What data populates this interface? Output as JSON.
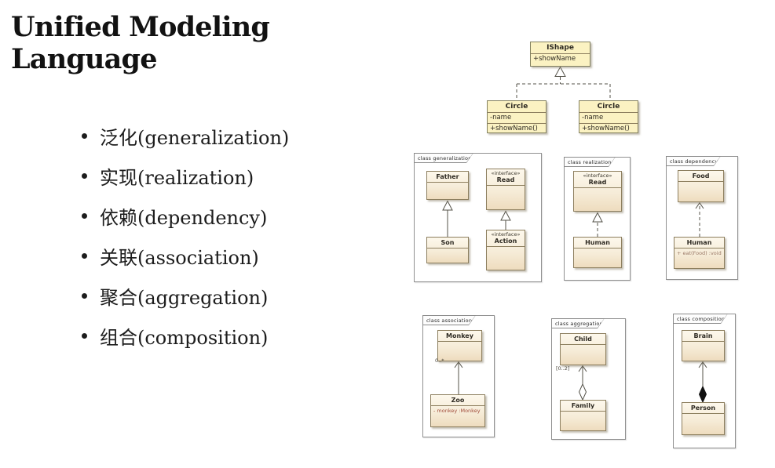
{
  "title": "Unified Modeling Language",
  "bullets": [
    "泛化(generalization)",
    "实现(realization)",
    "依赖(dependency)",
    "关联(association)",
    "聚合(aggregation)",
    "组合(composition)"
  ],
  "top_diagram": {
    "parent": {
      "name": "IShape",
      "members": [
        "+showName"
      ]
    },
    "child_left": {
      "name": "Circle",
      "members": [
        "-name",
        "+showName()"
      ]
    },
    "child_right": {
      "name": "Circle",
      "members": [
        "-name",
        "+showName()"
      ]
    }
  },
  "panels": {
    "generalization": {
      "tab": "class generalization",
      "father": "Father",
      "son": "Son",
      "stereotype": "«interface»",
      "read": "Read",
      "action": "Action"
    },
    "realization": {
      "tab": "class realization",
      "stereotype": "«interface»",
      "read": "Read",
      "human": "Human"
    },
    "dependency": {
      "tab": "class dependency",
      "food": "Food",
      "human": "Human",
      "method": "+  eat(Food) :void"
    },
    "association": {
      "tab": "class association",
      "monkey": "Monkey",
      "zoo": "Zoo",
      "attribute": "-  monkey :Monkey",
      "multiplicity": "0..*"
    },
    "aggregation": {
      "tab": "class aggregation",
      "child": "Child",
      "family": "Family",
      "multiplicity": "[0..2]"
    },
    "composition": {
      "tab": "class composition",
      "brain": "Brain",
      "person": "Person"
    }
  },
  "colors": {
    "top_box_fill": "#fbf2c2",
    "panel_box_fill": "#f6ecd8",
    "box_border": "#8d7f5f",
    "attribute_red": "#a04a38",
    "method_gray": "#9b7a68",
    "line": "#55534a"
  }
}
